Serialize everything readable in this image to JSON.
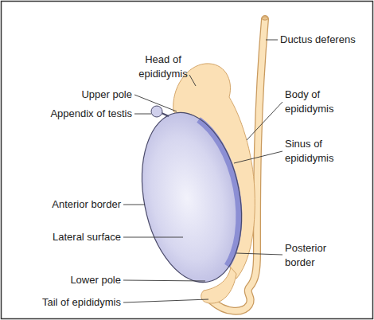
{
  "diagram": {
    "labels": [
      "Head of epididymis",
      "Ductus deferens",
      "Upper pole",
      "Body of epididymis",
      "Appendix of testis",
      "Sinus of epididymis",
      "Anterior border",
      "Lateral surface",
      "Posterior border",
      "Lower pole",
      "Tail of epididymis"
    ]
  }
}
